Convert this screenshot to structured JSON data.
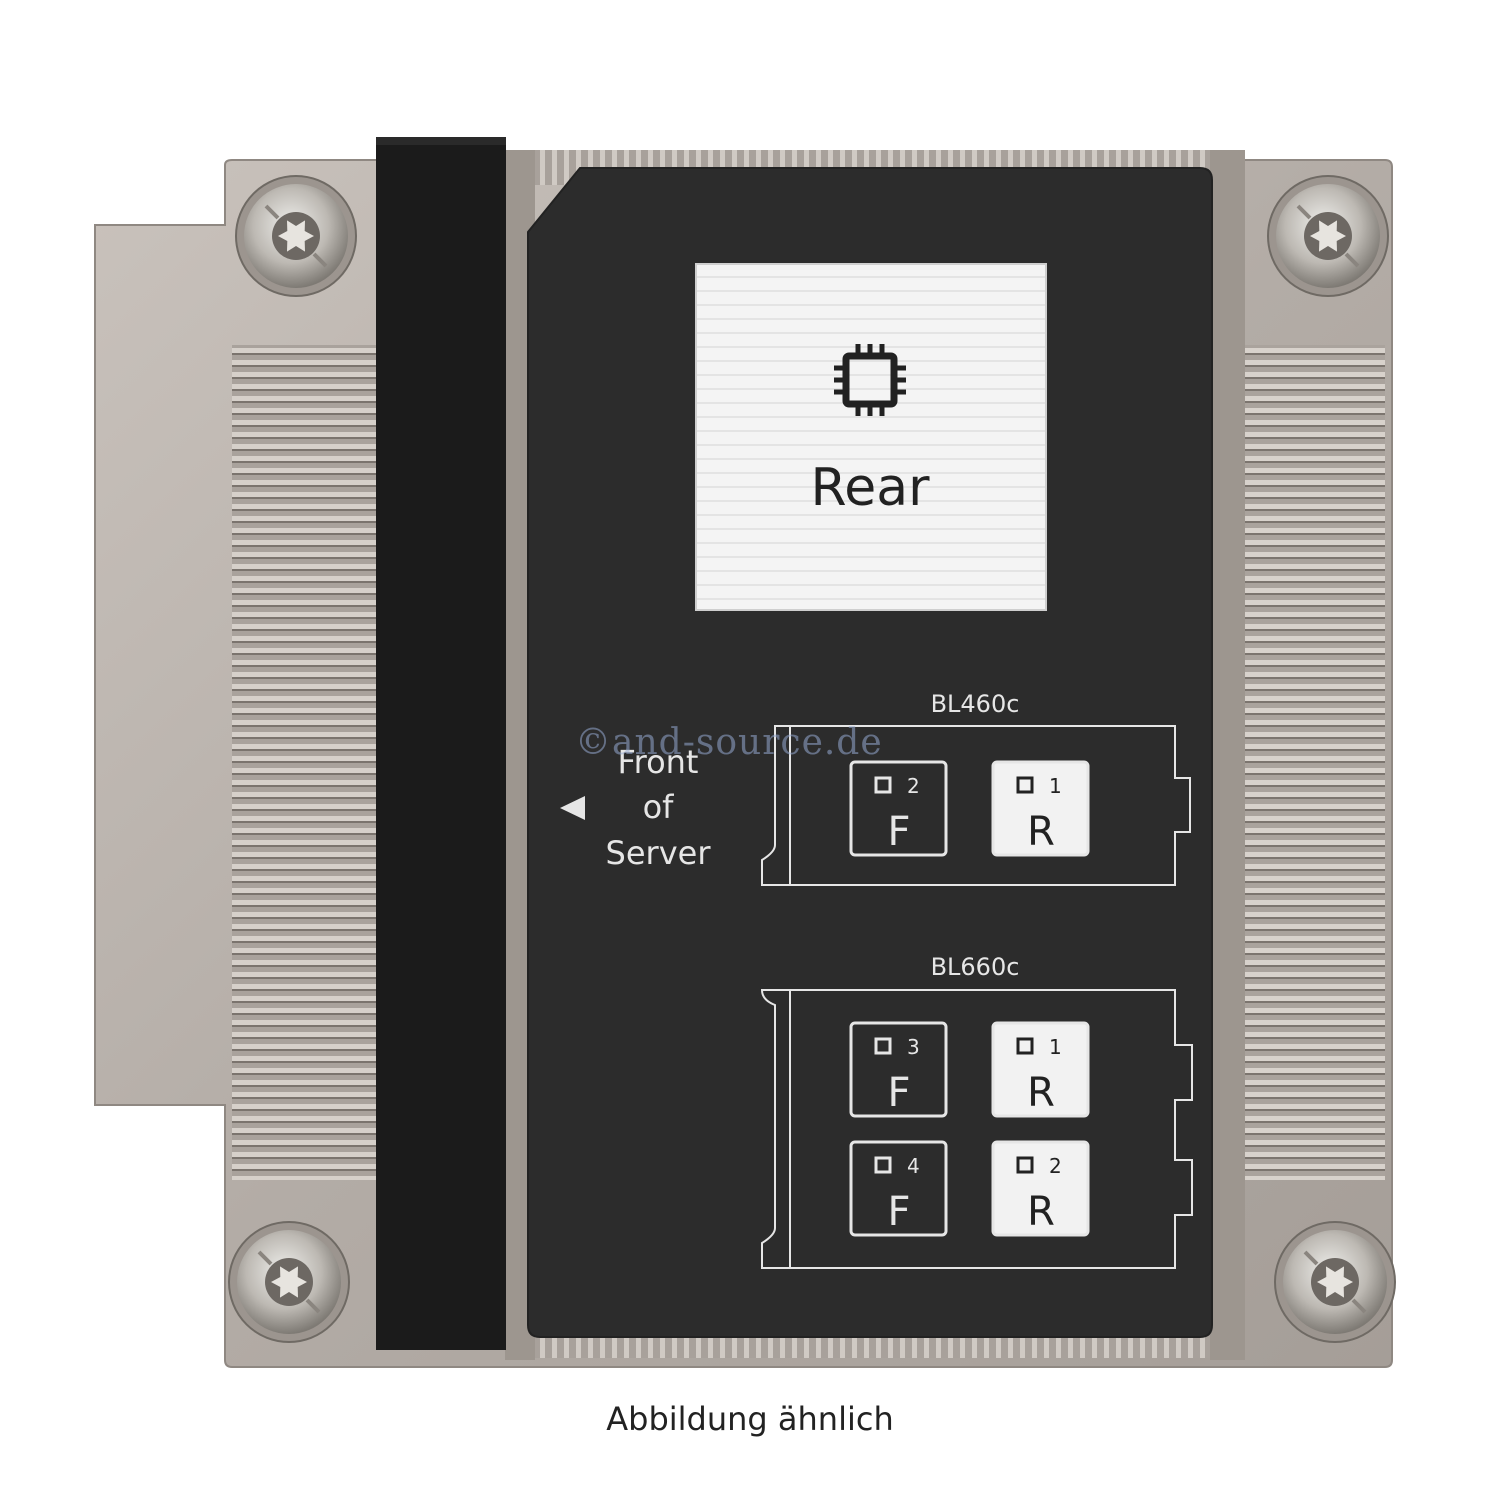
{
  "caption": "Abbildung ähnlich",
  "watermark": "©and-source.de",
  "label": {
    "rear_text": "Rear",
    "front_text": [
      "Front",
      "of",
      "Server"
    ],
    "bl460c": {
      "title": "BL460c",
      "cpus": [
        {
          "num": "2",
          "letter": "F",
          "style": "outline"
        },
        {
          "num": "1",
          "letter": "R",
          "style": "filled"
        }
      ]
    },
    "bl660c": {
      "title": "BL660c",
      "cpus": [
        {
          "num": "3",
          "letter": "F",
          "style": "outline"
        },
        {
          "num": "1",
          "letter": "R",
          "style": "filled"
        },
        {
          "num": "4",
          "letter": "F",
          "style": "outline"
        },
        {
          "num": "2",
          "letter": "R",
          "style": "filled"
        }
      ]
    }
  },
  "colors": {
    "metal": "#b9b2ac",
    "metal_dark": "#8f8882",
    "label_bg": "#2b2b2b",
    "foam": "#1c1c1c",
    "label_text": "#e6e6e6"
  },
  "icons": [
    "cpu-chip-icon",
    "front-arrow-icon",
    "torx-screw-icon"
  ]
}
